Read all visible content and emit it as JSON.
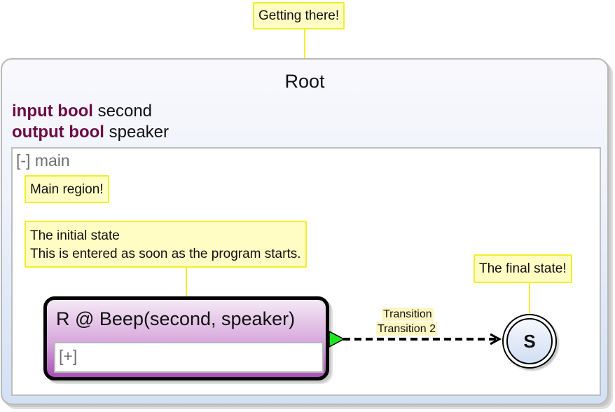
{
  "comments": {
    "root": "Getting there!",
    "region": "Main region!",
    "initial_line1": "The initial state",
    "initial_line2": "This is entered as soon as the program starts.",
    "final": "The final state!"
  },
  "root": {
    "title": "Root",
    "declarations": [
      {
        "keyword": "input bool",
        "name": "second"
      },
      {
        "keyword": "output bool",
        "name": "speaker"
      }
    ]
  },
  "region": {
    "label": "[-] main"
  },
  "initial_state": {
    "title": "R @ Beep(second, speaker)",
    "body_label": "[+]",
    "is_initial": true
  },
  "final_state": {
    "label": "S",
    "is_final": true
  },
  "transition": {
    "labels": [
      "Transition",
      "Transition 2"
    ],
    "style": "dashed",
    "from": "R",
    "to": "S"
  },
  "colors": {
    "comment_bg": "#fffcc4",
    "comment_border": "#f2ee2a",
    "keyword": "#6b0a44",
    "state_gradient_bottom": "#a950b6",
    "initial_marker": "#1ee51e",
    "root_gradient_bottom": "#d3e0f4"
  }
}
